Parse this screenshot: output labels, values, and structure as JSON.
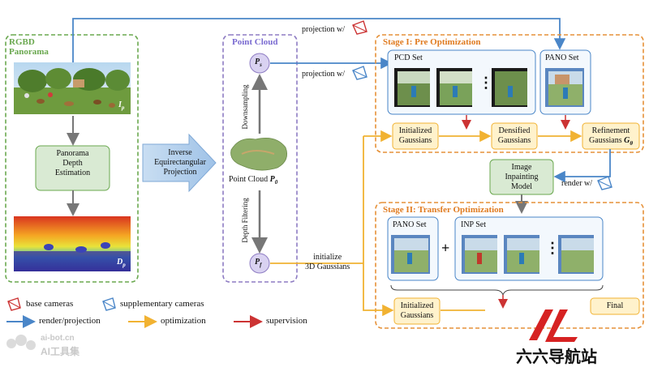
{
  "panorama": {
    "title_line1": "RGBD",
    "title_line2": "Panorama",
    "rgb_label": "I",
    "rgb_sub": "p",
    "depth_label": "D",
    "depth_sub": "p",
    "depth_estimation": [
      "Panorama",
      "Depth",
      "Estimation"
    ]
  },
  "inverse_projection": [
    "Inverse",
    "Equirectangular",
    "Projection"
  ],
  "point_cloud": {
    "title": "Point Cloud",
    "ps_label": "P",
    "ps_sub": "s",
    "pf_label": "P",
    "pf_sub": "f",
    "center_label": "Point Cloud",
    "p0_label": "P",
    "p0_sub": "0",
    "downsampling": "Downsampling",
    "depth_filtering": "Depth Filtering"
  },
  "arrows": {
    "projection_top": "projection w/",
    "projection_mid": "projection w/",
    "initialize": [
      "initialize",
      "3D Gaussians"
    ],
    "render": "render w/"
  },
  "stage1": {
    "title": "Stage I: Pre Optimization",
    "pcd_set": "PCD Set",
    "pano_set": "PANO Set",
    "dots": "⋮",
    "initialized": [
      "Initialized",
      "Gaussians"
    ],
    "densified": [
      "Densified",
      "Gaussians"
    ],
    "refinement": [
      "Refinement",
      "Gaussians"
    ],
    "refinement_g": "G",
    "refinement_g_sub": "θ"
  },
  "inpainting": [
    "Image",
    "Inpainting",
    "Model"
  ],
  "stage2": {
    "title": "Stage II: Transfer Optimization",
    "pano_set": "PANO Set",
    "inp_set": "INP Set",
    "plus": "+",
    "dots": "⋮",
    "initialized": [
      "Initialized",
      "Gaussians"
    ],
    "final": "Final"
  },
  "legend": {
    "base_cameras": "base cameras",
    "supplementary_cameras": "supplementary cameras",
    "render_projection": "render/projection",
    "optimization": "optimization",
    "supervision": "supervision"
  },
  "watermarks": {
    "left_top": "ai-bot.cn",
    "left_bottom": "AI工具集",
    "right_text": "六六导航站"
  },
  "colors": {
    "green": "#6aa84f",
    "purple": "#8e7cc3",
    "orange": "#e69138",
    "blue": "#3d85c6",
    "yellow": "#f6b26b",
    "red": "#cc0000",
    "box_fill": "#d9ead3",
    "gauss_fill": "#fff2cc"
  }
}
